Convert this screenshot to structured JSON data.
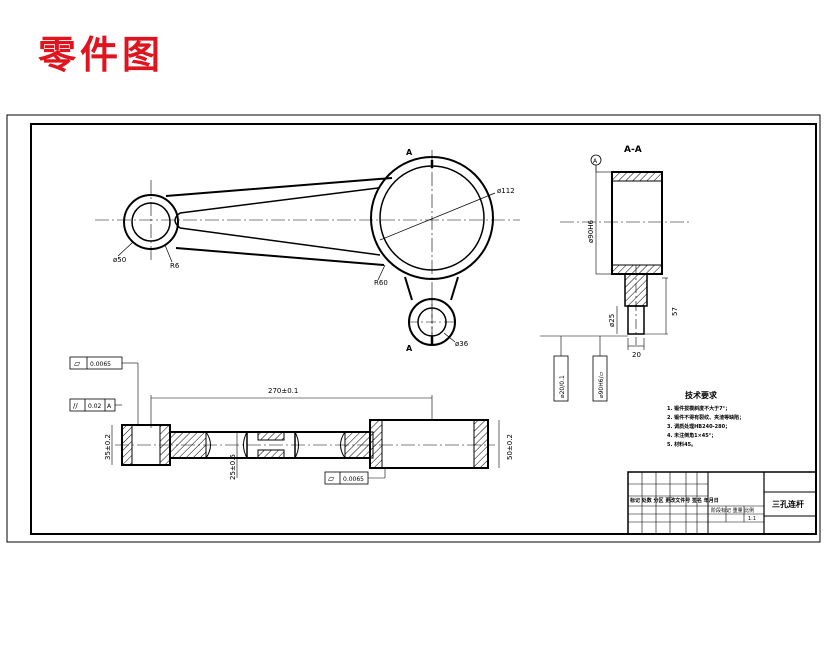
{
  "page": {
    "title": "零件图"
  },
  "drawing": {
    "section_label": "A-A",
    "view_marks": [
      "A",
      "A"
    ],
    "datum": "A",
    "top_view_dims": {
      "big_boss_dia": "ø112",
      "small_boss_dia": "ø50",
      "small_bore_label": "R6",
      "fillet_radius": "R60",
      "lug_dia": "ø36"
    },
    "section_dims": {
      "height": "ø90H6",
      "shank_dia": "ø25",
      "shank_len": "57",
      "shank_width": "20"
    },
    "front_view_dims": {
      "overall_length": "270±0.1",
      "left_thickness": "35±0.2",
      "right_thickness": "50±0.2",
      "web_thickness": "25±0.5"
    },
    "tolerances": [
      {
        "symbol": "⏥",
        "value": "0.0065",
        "datum": ""
      },
      {
        "symbol": "//",
        "value": "0.02",
        "datum": "A"
      },
      {
        "symbol": "⏥",
        "value": "0.0065",
        "datum": ""
      }
    ],
    "side_frames": [
      "⌀20/0.1",
      "⌀90H6/⏥"
    ]
  },
  "notes": {
    "heading": "技术要求",
    "items": [
      "1. 锻件拔模斜度不大于7°；",
      "2. 锻件不得有裂纹、夹渣等缺陷；",
      "3. 调质处理HB240-280；",
      "4. 未注倒角1×45°；",
      "5. 材料45。"
    ]
  },
  "title_block": {
    "part_name": "三孔连杆",
    "row_text": "标记 处数 分区 更改文件号 签名 年月日",
    "stage_text": "阶段标记 重量 比例",
    "scale_text": "1:1"
  }
}
